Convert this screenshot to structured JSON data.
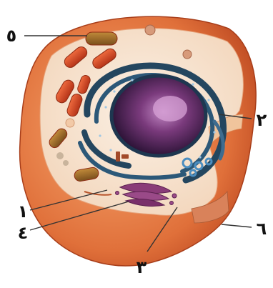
{
  "labels": {
    "l1": "١",
    "l2": "٢",
    "l3": "٣",
    "l4": "٤",
    "l5": "٥",
    "l6": "٦"
  },
  "colors": {
    "membrane": "#e0703a",
    "cytoplasm": "#f6dcc3",
    "nucleus_envelope": "#2a4f72",
    "nucleoplasm": "#6c2f6e",
    "mitochondria": "#d84a2a",
    "golgi": "#8a3b78",
    "label_line": "#333333"
  }
}
